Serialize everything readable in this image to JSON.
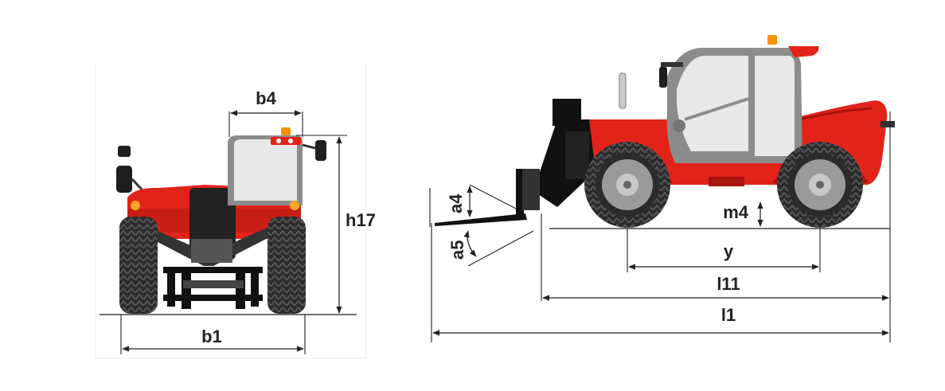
{
  "dimensions": {
    "b4": "b4",
    "h17": "h17",
    "b1": "b1",
    "a4": "a4",
    "a5": "a5",
    "m4": "m4",
    "y": "y",
    "l11": "l11",
    "l1": "l1"
  },
  "colors": {
    "body_red": "#e2231a",
    "dark_red": "#a8140e",
    "tyre": "#2b2b2b",
    "rim": "#9a9a9a",
    "cab_frame": "#8c8c8c",
    "glass": "#e8e8e8",
    "beacon": "#f39200",
    "line": "#222222"
  }
}
